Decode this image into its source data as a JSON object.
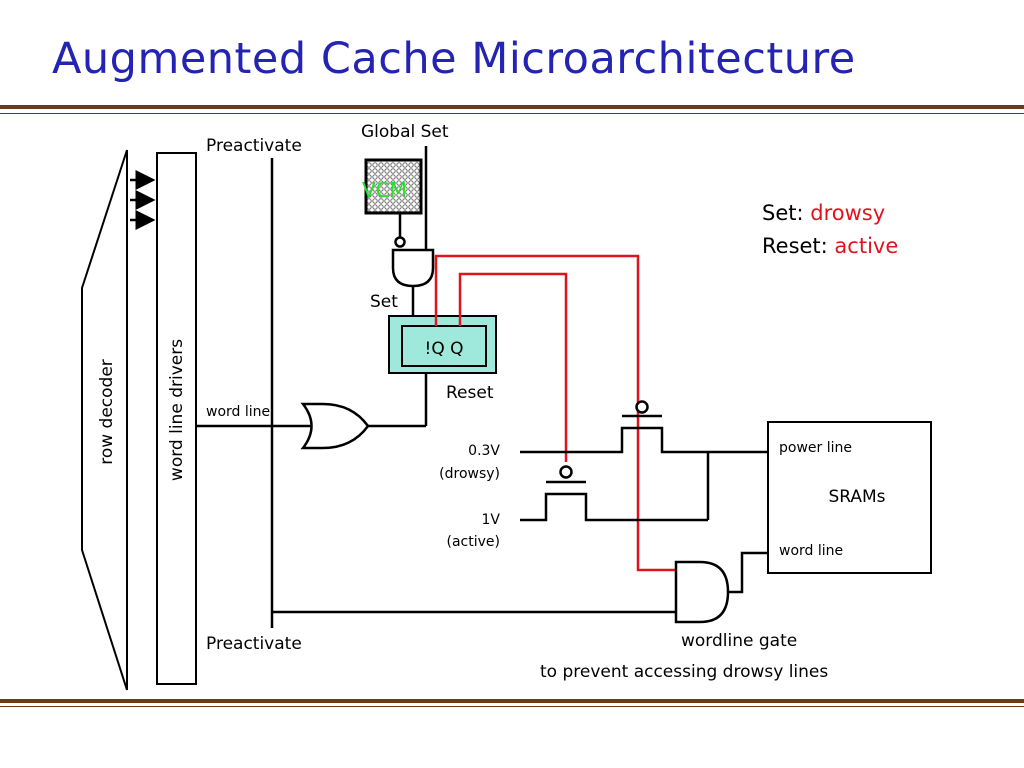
{
  "slide": {
    "title": "Augmented Cache Microarchitecture"
  },
  "diagram": {
    "labels": {
      "preactivate_top": "Preactivate",
      "preactivate_bottom": "Preactivate",
      "global_set": "Global Set",
      "vcm": "VCM",
      "set": "Set",
      "reset": "Reset",
      "latch": "!Q Q",
      "row_decoder": "row decoder",
      "word_line_drivers": "word line drivers",
      "word_line": "word line",
      "v_drowsy": "0.3V",
      "v_drowsy_note": "(drowsy)",
      "v_active": "1V",
      "v_active_note": "(active)",
      "power_line": "power line",
      "srams": "SRAMs",
      "sram_word_line": "word line",
      "wordline_gate": "wordline gate",
      "caption": "to prevent accessing drowsy lines"
    },
    "legend": {
      "set_prefix": "Set: ",
      "set_value": "drowsy",
      "reset_prefix": "Reset: ",
      "reset_value": "active"
    },
    "colors": {
      "title": "#2424b4",
      "caption": "#141490",
      "highlight": "#e0141e",
      "vcm_label": "#22e622",
      "latch_fill": "#9ee8dc",
      "rule": "#6b3a1c"
    }
  }
}
